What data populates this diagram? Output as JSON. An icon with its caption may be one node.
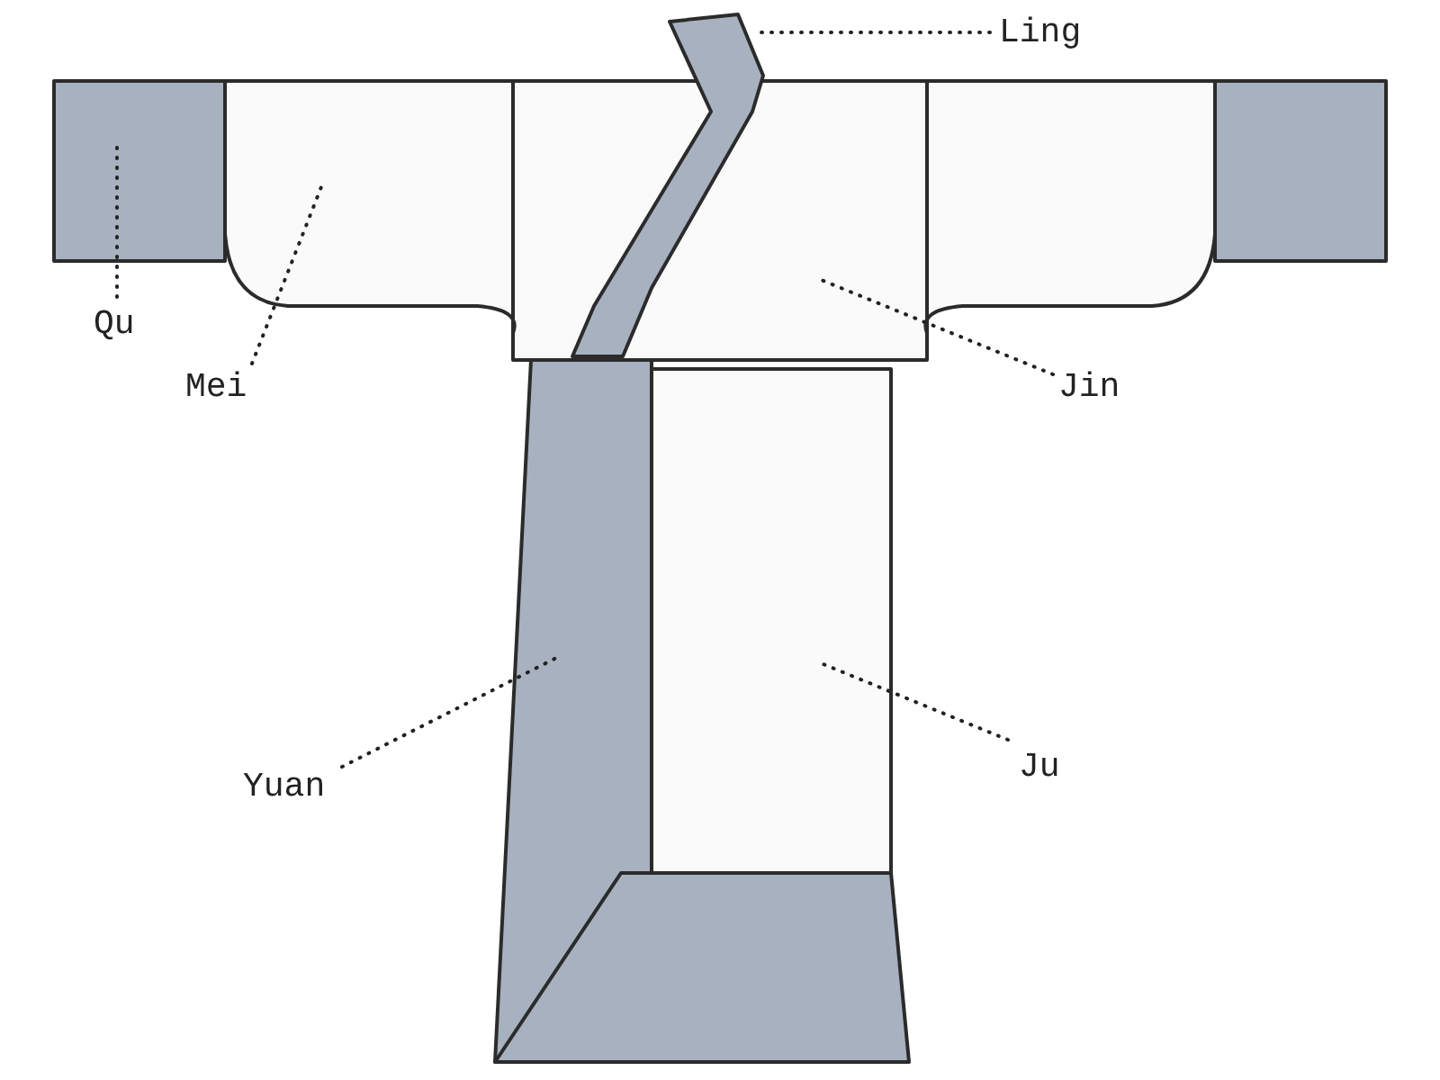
{
  "diagram": {
    "nodes": [
      {
        "text": [
          "Ling"
        ]
      },
      {
        "text": [
          "Qu"
        ]
      },
      {
        "text": [
          "Mei"
        ]
      },
      {
        "text": [
          "Jin"
        ]
      },
      {
        "text": [
          "Yuan"
        ]
      },
      {
        "text": [
          "Ju"
        ]
      },
      {
        "text": [],
        "shape": "box"
      },
      {
        "text": [],
        "shape": "box"
      },
      {
        "text": [],
        "shape": "box"
      },
      {
        "text": [],
        "shape": "box"
      },
      {
        "text": [],
        "shape": "box"
      },
      {
        "text": [],
        "shape": "box"
      },
      {
        "text": [],
        "shape": "box"
      },
      {
        "text": [],
        "shape": "box"
      },
      {
        "text": [],
        "shape": "box"
      }
    ],
    "edges": [
      {
        "from": 0,
        "to": 6,
        "arrow": "none",
        "style": "dashed"
      },
      {
        "from": 1,
        "to": 7,
        "arrow": "none",
        "style": "dashed"
      },
      {
        "from": 2,
        "to": 8,
        "arrow": "none",
        "style": "dashed"
      },
      {
        "from": 3,
        "to": 9,
        "arrow": "none",
        "style": "dashed"
      },
      {
        "from": 4,
        "to": 10,
        "arrow": "none",
        "style": "dashed"
      },
      {
        "from": 5,
        "to": 11,
        "arrow": "none",
        "style": "dashed"
      }
    ]
  }
}
